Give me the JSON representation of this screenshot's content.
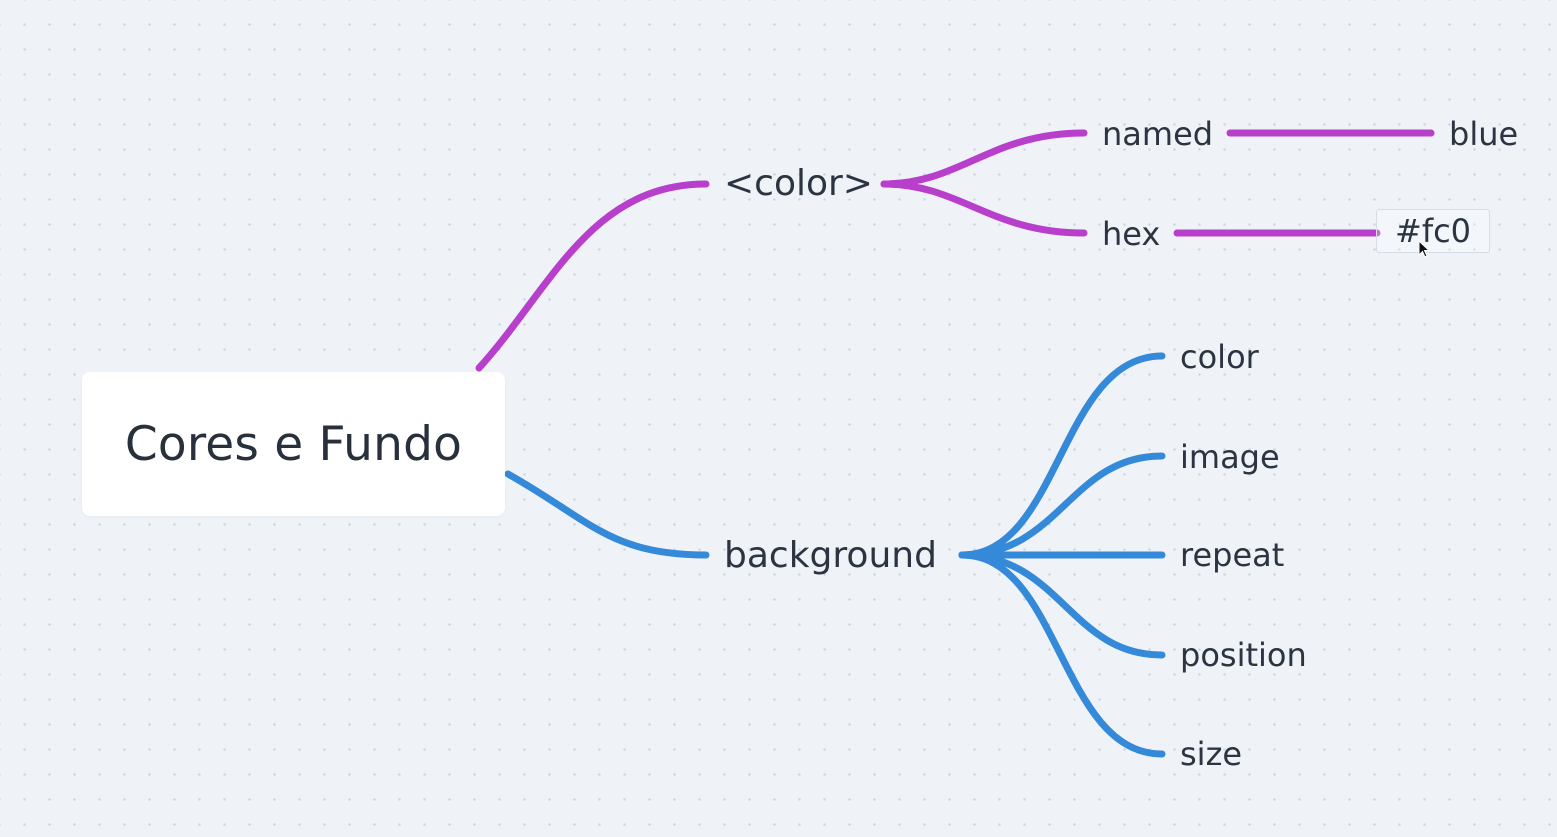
{
  "mindmap": {
    "root": {
      "label": "Cores e Fundo"
    },
    "branches": [
      {
        "label": "<color>",
        "color": "#b83fcb",
        "children": [
          {
            "label": "named",
            "children": [
              {
                "label": "blue"
              }
            ]
          },
          {
            "label": "hex",
            "children": [
              {
                "label": "#fc0",
                "selected": true
              }
            ]
          }
        ]
      },
      {
        "label": "background",
        "color": "#3589d9",
        "children": [
          {
            "label": "color"
          },
          {
            "label": "image"
          },
          {
            "label": "repeat"
          },
          {
            "label": "position"
          },
          {
            "label": "size"
          }
        ]
      }
    ]
  },
  "colors": {
    "canvas_background": "#eff3f8",
    "dot_grid": "#c9d0da",
    "root_card": "#ffffff",
    "text": "#2b3440"
  },
  "icons": {
    "cursor": "mouse-pointer-icon"
  }
}
